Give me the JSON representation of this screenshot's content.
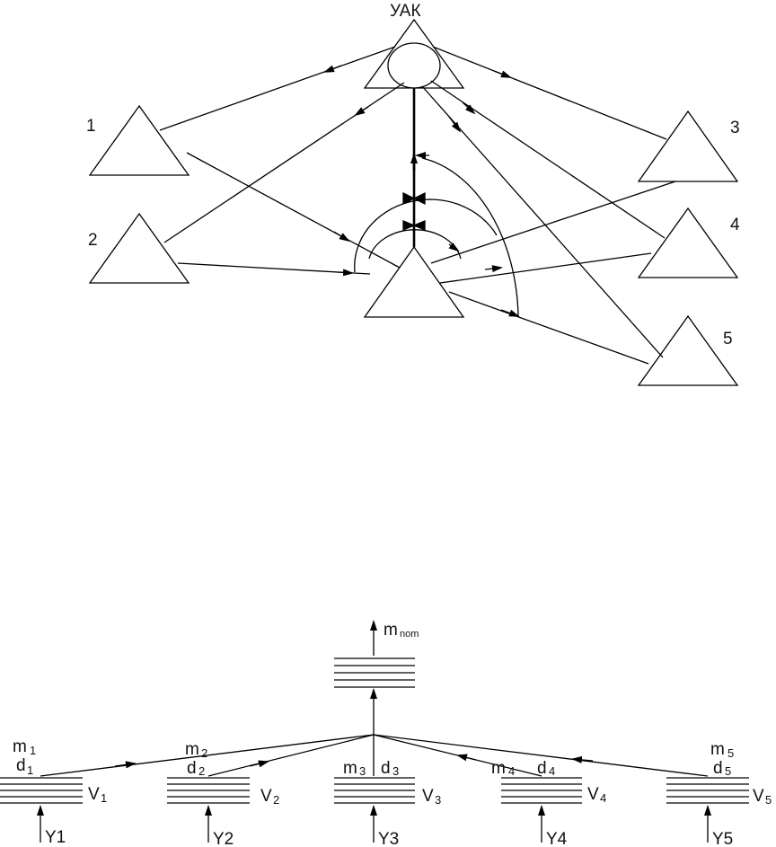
{
  "top_diagram": {
    "hub_label": "УАК",
    "node_labels": [
      "1",
      "2",
      "3",
      "4",
      "5"
    ]
  },
  "bottom_diagram": {
    "output": {
      "m": "m",
      "sub": "nom"
    },
    "stacks": [
      {
        "m": "m",
        "m_sub": "1",
        "d": "d",
        "d_sub": "1",
        "v": "V",
        "v_sub": "1",
        "y": "Y1"
      },
      {
        "m": "m",
        "m_sub": "2",
        "d": "d",
        "d_sub": "2",
        "v": "V",
        "v_sub": "2",
        "y": "Y2"
      },
      {
        "m": "m",
        "m_sub": "3",
        "d": "d",
        "d_sub": "3",
        "v": "V",
        "v_sub": "3",
        "y": "Y3"
      },
      {
        "m": "m",
        "m_sub": "4",
        "d": "d",
        "d_sub": "4",
        "v": "V",
        "v_sub": "4",
        "y": "Y4"
      },
      {
        "m": "m",
        "m_sub": "5",
        "d": "d",
        "d_sub": "5",
        "v": "V",
        "v_sub": "5",
        "y": "Y5"
      }
    ]
  }
}
